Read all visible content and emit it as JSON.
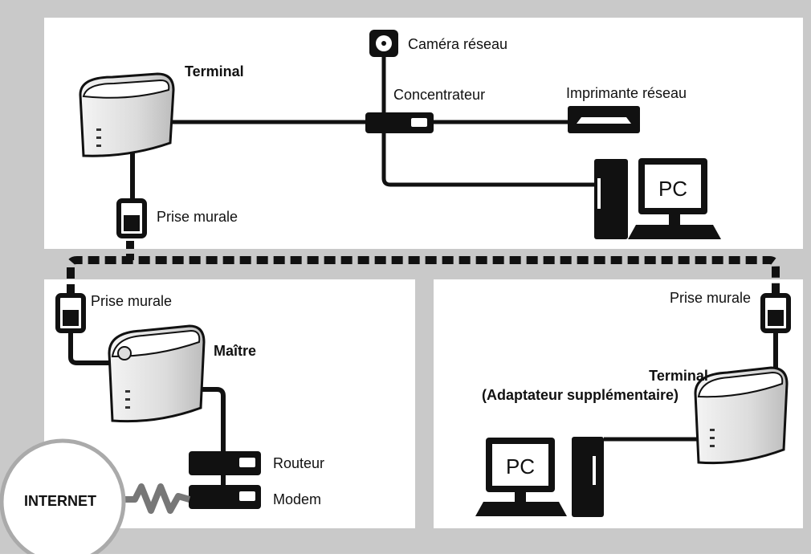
{
  "labels": {
    "terminal_top": "Terminal",
    "camera": "Caméra réseau",
    "hub": "Concentrateur",
    "printer": "Imprimante réseau",
    "pc_top": "PC",
    "wall_top": "Prise murale",
    "wall_left": "Prise murale",
    "master": "Maître",
    "router": "Routeur",
    "modem": "Modem",
    "internet": "INTERNET",
    "wall_right": "Prise murale",
    "terminal_right_1": "Terminal",
    "terminal_right_2": "(Adaptateur supplémentaire)",
    "pc_right": "PC"
  },
  "colors": {
    "house": "#c9c9c9",
    "room": "#ffffff",
    "line": "#111111",
    "device_body": "#e6e6e6",
    "device_top": "#ffffff"
  },
  "icons": [
    "camera-icon",
    "hub-icon",
    "printer-icon",
    "pc-tower-icon",
    "monitor-icon",
    "wall-socket-icon",
    "powerline-adapter-icon",
    "router-icon",
    "modem-icon",
    "globe-icon",
    "zigzag-line-icon"
  ]
}
